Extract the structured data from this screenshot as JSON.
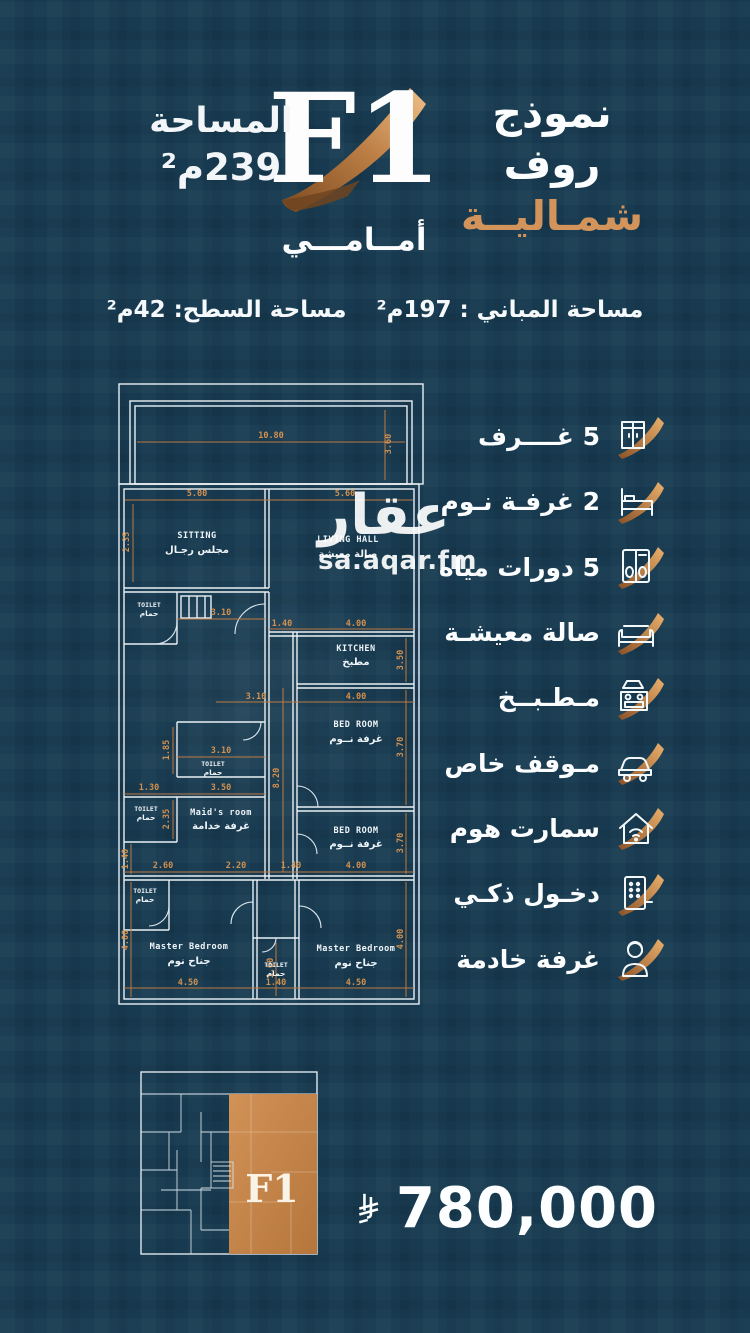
{
  "colors": {
    "background": "#173a50",
    "accent_orange": "#d2945a",
    "dim_orange": "#c5834b",
    "plan_line": "#e9f0f4"
  },
  "header": {
    "model_label": "نموذج روف",
    "orientation": "شمـاليــة",
    "model_code": "F1",
    "area_label": "المساحة",
    "area_value": "239م²",
    "facing": "أمــامـــي",
    "building_area": "مساحة المباني : 197م²",
    "roof_area": "مساحة السطح: 42م²"
  },
  "watermark": {
    "logo": "عقار",
    "site": "sa.aqar.fm"
  },
  "features": [
    {
      "icon": "rooms-icon",
      "label": "5 غــــرف"
    },
    {
      "icon": "bedrooms-icon",
      "label": "2 غرفـة نـوم"
    },
    {
      "icon": "bathrooms-icon",
      "label": "5 دورات مياه"
    },
    {
      "icon": "living-room-icon",
      "label": "صالة معيشـة"
    },
    {
      "icon": "kitchen-icon",
      "label": "مـطـبــخ"
    },
    {
      "icon": "parking-icon",
      "label": "مـوقف خاص"
    },
    {
      "icon": "smart-home-icon",
      "label": "سمارت هوم"
    },
    {
      "icon": "smart-entry-icon",
      "label": "دخـول ذكـي"
    },
    {
      "icon": "maid-room-icon",
      "label": "غرفة خادمة"
    }
  ],
  "plan": {
    "rooms": {
      "sitting_en": "SITTING",
      "sitting_ar": "مجلس رجـال",
      "living_en": "LIVING HALL",
      "living_ar": "صالة معيشة",
      "kitchen_en": "KITCHEN",
      "kitchen_ar": "مطبخ",
      "bed1_en": "BED ROOM",
      "bed1_ar": "غرفة نــوم",
      "bed2_en": "BED ROOM",
      "bed2_ar": "غرفة نــوم",
      "maid_en": "Maid's room",
      "maid_ar": "غرفة خدامة",
      "master1_en": "Master Bedroom",
      "master1_ar": "جناح نوم",
      "master2_en": "Master Bedroom",
      "master2_ar": "جناح نوم",
      "toilet_en": "TOILET",
      "toilet_ar": "حمام"
    },
    "dims": {
      "terrace_w": "10.80",
      "terrace_h": "3.60",
      "sitting_w": "5.00",
      "living_w": "5.60",
      "sitting_h": "2.35",
      "hall_w": "3.10",
      "kitchen_off": "1.40",
      "kitchen_w": "4.00",
      "kitchen_h": "3.50",
      "bed1_hall": "3.10",
      "bed1_w": "4.00",
      "bed1_h": "3.70",
      "corridor_h": "8.20",
      "toilet_w": "3.10",
      "mid_h": "1.85",
      "maid_off": "1.30",
      "maid_w": "3.50",
      "maid_h": "2.35",
      "row_a": "2.60",
      "row_b": "2.20",
      "row_c": "1.40",
      "row_d": "4.00",
      "bed2_h": "3.70",
      "master1_h": "4.00",
      "master2_h": "4.00",
      "wc_h": "1.60",
      "left_h": "1.40",
      "bottom_a": "4.50",
      "bottom_b": "1.40",
      "bottom_c": "4.50"
    }
  },
  "thumbnail": {
    "unit_label": "F1"
  },
  "price": {
    "amount": "780,000",
    "currency_icon": "saudi-riyal-icon"
  }
}
